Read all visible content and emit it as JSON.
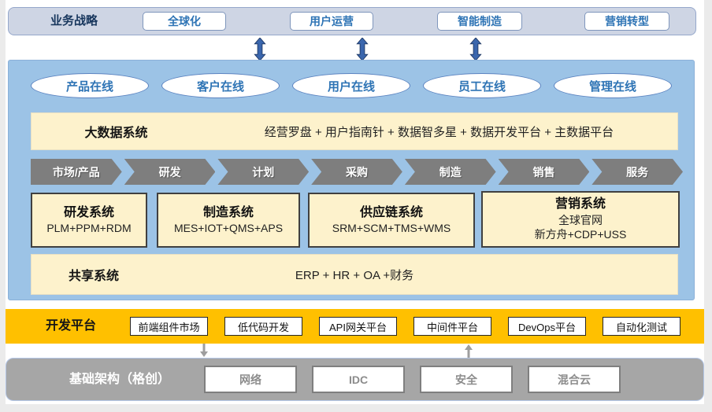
{
  "strategy": {
    "label": "业务战略",
    "items": [
      "全球化",
      "用户运营",
      "智能制造",
      "营销转型"
    ]
  },
  "online_capabilities": [
    "产品在线",
    "客户在线",
    "用户在线",
    "员工在线",
    "管理在线"
  ],
  "big_data": {
    "title": "大数据系统",
    "content": "经营罗盘 + 用户指南针 + 数据智多星 + 数据开发平台 + 主数据平台"
  },
  "value_chain": [
    "市场/产品",
    "研发",
    "计划",
    "采购",
    "制造",
    "销售",
    "服务"
  ],
  "systems": [
    {
      "title": "研发系统",
      "lines": [
        "PLM+PPM+RDM"
      ]
    },
    {
      "title": "制造系统",
      "lines": [
        "MES+IOT+QMS+APS"
      ]
    },
    {
      "title": "供应链系统",
      "lines": [
        "SRM+SCM+TMS+WMS"
      ]
    },
    {
      "title": "营销系统",
      "lines": [
        "全球官网",
        "新方舟+CDP+USS"
      ]
    }
  ],
  "shared_system": {
    "title": "共享系统",
    "content": "ERP + HR + OA +财务"
  },
  "dev_platform": {
    "label": "开发平台",
    "items": [
      "前端组件市场",
      "低代码开发",
      "API网关平台",
      "中间件平台",
      "DevOps平台",
      "自动化测试"
    ]
  },
  "infrastructure": {
    "label": "基础架构（格创）",
    "items": [
      "网络",
      "IDC",
      "安全",
      "混合云"
    ]
  },
  "colors": {
    "panel_blue": "#9cc3e6",
    "strategy_bar_bg": "#ced5e4",
    "cream": "#fdf2cc",
    "chevron_gray": "#7e7e7e",
    "dev_orange": "#ffc000",
    "infra_gray": "#a6a6a6",
    "accent_blue_text": "#2e74b5",
    "arrow_blue": "#3a66ad"
  }
}
